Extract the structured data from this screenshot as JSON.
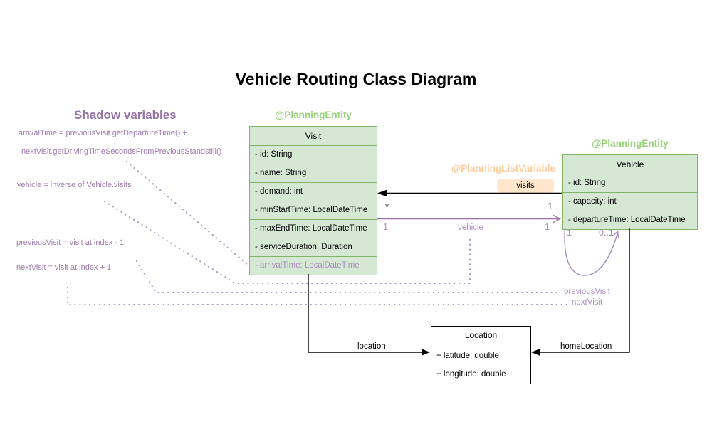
{
  "title": "Vehicle Routing Class Diagram",
  "shadow_panel": {
    "heading": "Shadow variables",
    "annotations": [
      "arrivalTime = previousVisit.getDepartureTime() +",
      "nextVisit.getDrivingTimeSecondsFromPreviousStandstill()",
      "vehicle = inverse of Vehicle.visits",
      "previousVisit = visit at index - 1",
      "nextVisit = visit at index + 1"
    ]
  },
  "classes": {
    "visit": {
      "stereotype": "@PlanningEntity",
      "name": "Visit",
      "attributes": [
        "- id: String",
        "- name: String",
        "- demand: int",
        "- minStartTime: LocalDateTime",
        "- maxEndTime: LocalDateTime",
        "- serviceDuration: Duration"
      ],
      "shadow_attribute": "- arrivalTime: LocalDateTime"
    },
    "vehicle": {
      "stereotype": "@PlanningEntity",
      "list_variable_stereotype": "@PlanningListVariable",
      "name": "Vehicle",
      "attributes": [
        "- id: String",
        "- capacity: int",
        "- departureTime: LocalDateTime"
      ]
    },
    "location": {
      "name": "Location",
      "attributes": [
        "+ latitude: double",
        "+ longitude: double"
      ]
    }
  },
  "associations": {
    "visits": {
      "label": "visits",
      "target_multiplicity": "*",
      "source_multiplicity": "1"
    },
    "vehicle": {
      "label": "vehicle",
      "source_multiplicity": "1",
      "target_multiplicity": "1"
    },
    "visit_chain": {
      "previous_label": "previousVisit",
      "next_label": "nextVisit",
      "left_multiplicity": "1",
      "right_multiplicity": "0..1"
    },
    "location": {
      "label": "location"
    },
    "home_location": {
      "label": "homeLocation"
    }
  },
  "colors": {
    "entity_fill": "#d5e8d4",
    "entity_border": "#82b366",
    "entity_stereotype_text": "#97d077",
    "list_variable_text": "#ffcc99",
    "visits_badge_fill": "#ffe6cc",
    "purple_accent": "#9673a6",
    "purple_loop": "#a489ba",
    "purple_dotted": "#b095c5",
    "black": "#000000"
  }
}
